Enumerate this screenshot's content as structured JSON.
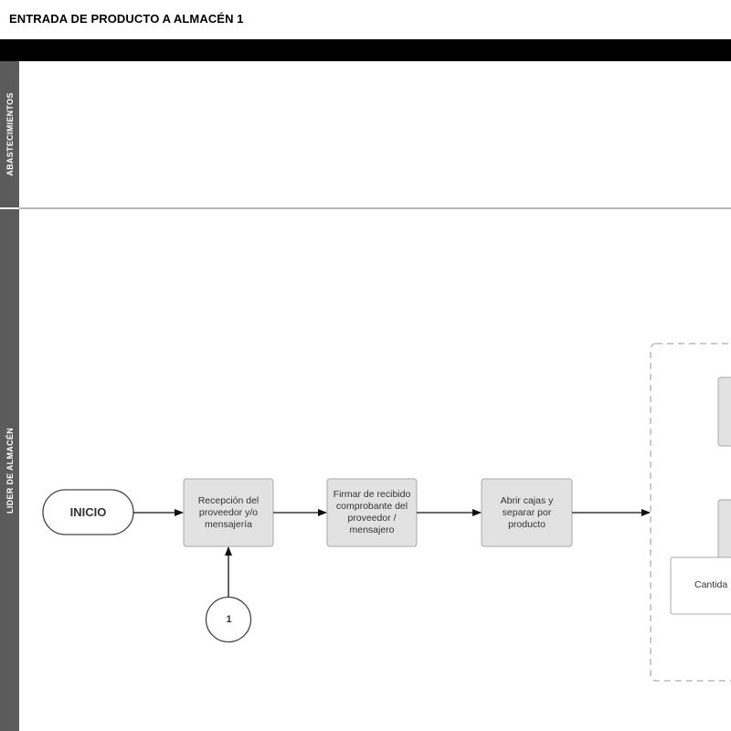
{
  "diagram": {
    "title": "ENTRADA DE PRODUCTO A ALMACÉN 1",
    "lanes": [
      {
        "label": "ABASTECIMIENTOS"
      },
      {
        "label": "LIDER DE ALMACÉN"
      }
    ],
    "start": {
      "label": "INICIO"
    },
    "steps": [
      {
        "label": "Recepción del proveedor y/o mensajería"
      },
      {
        "label": "Firmar de recibido comprobante del proveedor / mensajero"
      },
      {
        "label": "Abrir cajas y separar por producto"
      }
    ],
    "connector": {
      "label": "1"
    },
    "partial_box": {
      "label": "Cantida"
    },
    "colors": {
      "process_fill": "#e2e2e2",
      "process_stroke": "#a8a8a8",
      "lane_label_bg": "#5b5b5b",
      "header_bar": "#000000"
    }
  }
}
